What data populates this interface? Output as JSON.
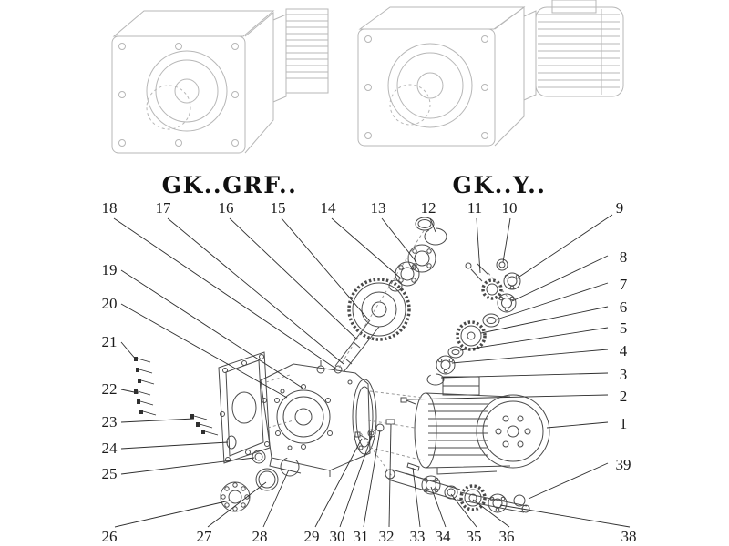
{
  "figure": {
    "titles": {
      "left": "GK..GRF..",
      "right": "GK..Y.."
    },
    "callouts": {
      "1": "1",
      "2": "2",
      "3": "3",
      "4": "4",
      "5": "5",
      "6": "6",
      "7": "7",
      "8": "8",
      "9": "9",
      "10": "10",
      "11": "11",
      "12": "12",
      "13": "13",
      "14": "14",
      "15": "15",
      "16": "16",
      "17": "17",
      "18": "18",
      "19": "19",
      "20": "20",
      "21": "21",
      "22": "22",
      "23": "23",
      "24": "24",
      "25": "25",
      "26": "26",
      "27": "27",
      "28": "28",
      "29": "29",
      "30": "30",
      "31": "31",
      "32": "32",
      "33": "33",
      "34": "34",
      "35": "35",
      "36": "36",
      "38": "38",
      "39": "39"
    },
    "colors": {
      "line": "#4a4a4a",
      "ghost_line": "#b7b7b7",
      "label_text": "#1b1b1b"
    }
  }
}
